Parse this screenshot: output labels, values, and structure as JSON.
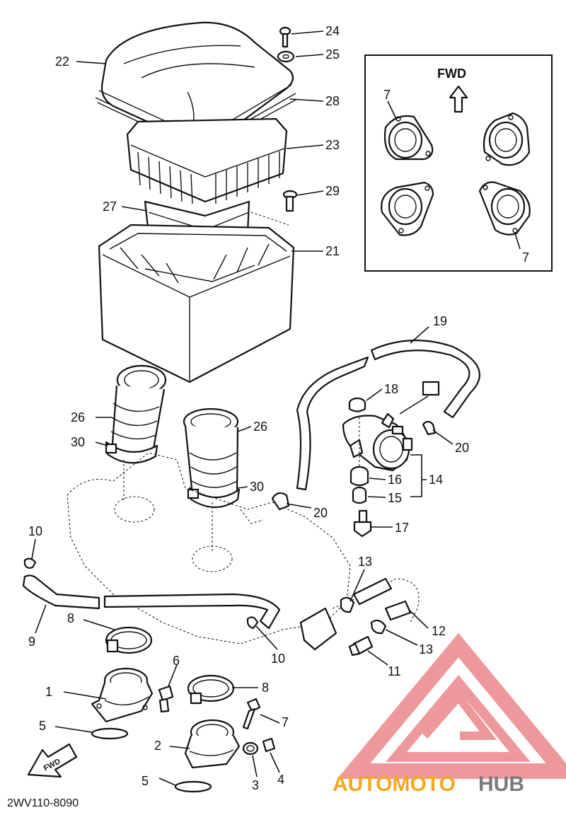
{
  "diagram": {
    "callouts": [
      "1",
      "2",
      "3",
      "4",
      "5",
      "5",
      "6",
      "7",
      "7",
      "7",
      "8",
      "8",
      "9",
      "10",
      "10",
      "11",
      "12",
      "13",
      "13",
      "14",
      "15",
      "16",
      "17",
      "18",
      "19",
      "20",
      "20",
      "21",
      "22",
      "23",
      "24",
      "25",
      "26",
      "26",
      "27",
      "28",
      "29",
      "30",
      "30"
    ],
    "inset": {
      "direction_label": "FWD"
    },
    "fwd_arrow_label": "FWD",
    "drawing_code": "2WV110-8090",
    "watermark": {
      "text_part1": "AUTOMOTO",
      "text_part2": "HUB",
      "colors": {
        "logo": "#e8777a",
        "text_orange": "#f5a623",
        "text_gray": "#7a7a7a"
      }
    }
  }
}
